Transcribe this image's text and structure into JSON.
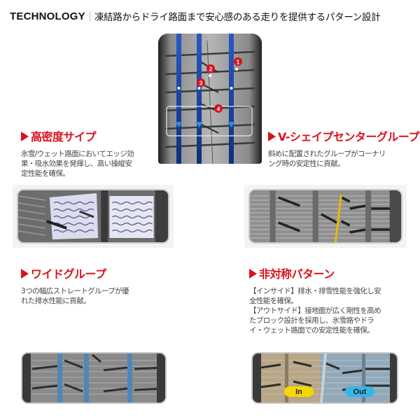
{
  "header": {
    "label": "TECHNOLOGY",
    "subtitle": "凍結路からドライ路面まで安心感のある走りを提供するパターン設計"
  },
  "hero": {
    "markers": [
      "1",
      "2",
      "3",
      "4"
    ],
    "colors": {
      "groove": "#1b4fb0",
      "marker": "#d9111b"
    }
  },
  "features": [
    {
      "title": "高密度サイプ",
      "description": [
        "氷雪/ウェット路面においてエッジ効",
        "果・吸水効果を発揮し、高い操縦安",
        "定性能を確保。"
      ]
    },
    {
      "title": "V-シェイプセンターグループ",
      "description": [
        "斜めに配置されたグループがコーナリ",
        "ング時の安定性に貢献。"
      ]
    },
    {
      "title": "ワイドグループ",
      "description": [
        "3つの幅広ストレートグループが優",
        "れた排水性能に貢献。"
      ]
    },
    {
      "title": "非対称パターン",
      "description": [
        "【インサイド】排水・排雪性能を強化し安",
        "全性能を確保。",
        "【アウトサイド】接地面が広く剛性を高め",
        "たブロック設計を採用し、氷雪路やドラ",
        "イ・ウェット路面での安定性能を確保。"
      ]
    }
  ],
  "badges": {
    "inside": {
      "label": "In",
      "color": "#f5d800"
    },
    "outside": {
      "label": "Out",
      "color": "#35b6e8"
    }
  },
  "theme": {
    "accent": "#d9111b"
  }
}
